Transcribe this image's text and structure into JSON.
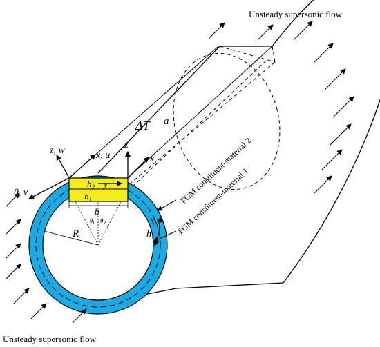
{
  "labels": {
    "flow_top": "Unsteady supersonic flow",
    "flow_bottom": "Unsteady supersonic flow",
    "delta_t": "ΔT",
    "a": "a",
    "z": "z",
    "x": "x",
    "zw": "z, w",
    "xu": "x, u",
    "theta_v": "θ, v",
    "h2_panel": "h",
    "h2_panel_sub": "2",
    "y_panel": "y",
    "h1_panel": "h",
    "h1_panel_sub": "1",
    "b": "b",
    "theta_l": "θ",
    "theta_l_sub": "L",
    "theta_r": "θ",
    "theta_r_sub": "R",
    "R": "R",
    "h2_ring": "h",
    "h2_ring_sub": "2",
    "h1_ring": "h",
    "h1_ring_sub": "1",
    "material2": "FGM constituent-material 2",
    "material1": "FGM constituent-material 1"
  },
  "colors": {
    "ring": "#1aaae4",
    "panel": "#f4ec1c",
    "line": "#000000"
  }
}
